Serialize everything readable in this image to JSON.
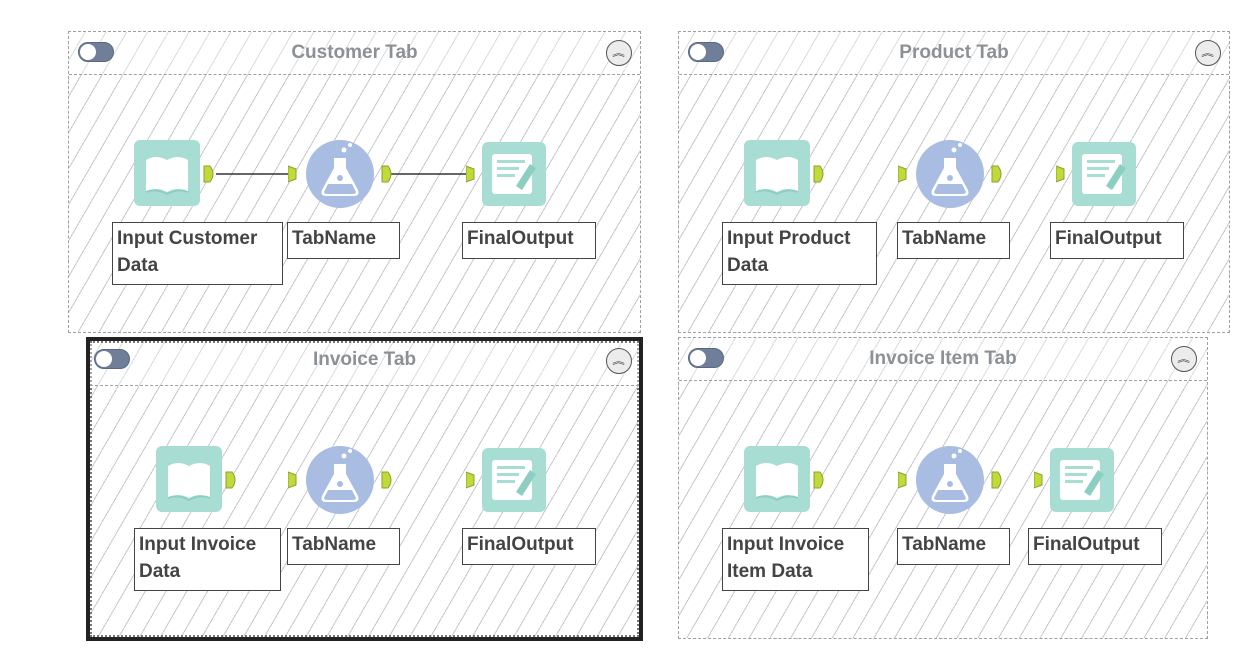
{
  "containers": [
    {
      "title": "Customer Tab",
      "tools": {
        "input": "Input Customer Data",
        "formula": "TabName",
        "output": "FinalOutput"
      },
      "selected": false
    },
    {
      "title": "Product Tab",
      "tools": {
        "input": "Input Product Data",
        "formula": "TabName",
        "output": "FinalOutput"
      },
      "selected": false
    },
    {
      "title": "Invoice Tab",
      "tools": {
        "input": "Input Invoice Data",
        "formula": "TabName",
        "output": "FinalOutput"
      },
      "selected": true
    },
    {
      "title": "Invoice Item Tab",
      "tools": {
        "input": "Input Invoice Item Data",
        "formula": "TabName",
        "output": "FinalOutput"
      },
      "selected": false
    }
  ],
  "icons": {
    "toggle": "toggle-switch-icon",
    "collapse": "collapse-chevron-up-icon",
    "input": "input-data-book-icon",
    "formula": "formula-flask-icon",
    "output": "output-data-icon",
    "anchor": "connection-anchor-icon"
  },
  "colors": {
    "input_tool": "#a8ddd3",
    "formula_tool": "#a9bde3",
    "output_tool": "#a8ddd3",
    "anchor": "#c3d93a",
    "title_text": "#8c9196",
    "toggle": "#6f7f9a"
  }
}
